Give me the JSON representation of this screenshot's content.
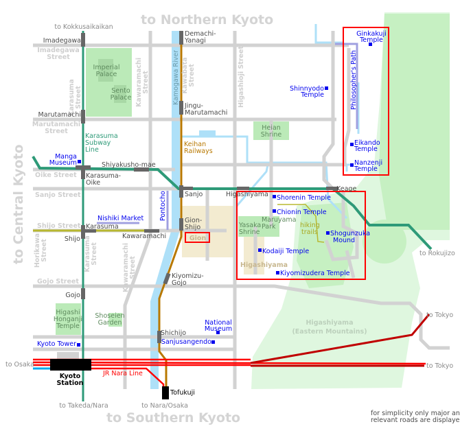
{
  "colors": {
    "subway": "#2e9a78",
    "keihan": "#b87800",
    "jr": "#ff0000",
    "jr_dark": "#c00000",
    "river": "#aee0f8",
    "park": "#bbeab8",
    "mountain": "#dff7df",
    "district": "#f3ebd0",
    "poi": "#0000ee",
    "highlight": "#ff0000"
  },
  "directions": {
    "north": "to Northern Kyoto",
    "central": "to Central Kyoto",
    "south": "to Southern Kyoto",
    "kokkusaikaikan": "to Kokkusaikaikan",
    "osaka": "to Osaka",
    "takeda_nara": "to Takeda/Nara",
    "nara_osaka": "to Nara/Osaka",
    "rokujizo": "to Rokujizo",
    "tokyo1": "to Tokyo",
    "tokyo2": "to Tokyo"
  },
  "streets": {
    "imadegawa": [
      "Imadegawa",
      "Street"
    ],
    "marutamachi": [
      "Marutamachi",
      "Street"
    ],
    "oike": "Oike Street",
    "sanjo": "Sanjo Street",
    "shijo": "Shijo Street",
    "gojo": "Gojo Street",
    "karasuma1": [
      "Karasuma",
      "Street"
    ],
    "karasuma2": [
      "Karasuma",
      "Street"
    ],
    "kawaramachi1": [
      "Kawaramachi",
      "Street"
    ],
    "kawaramachi2": [
      "Kawaramachi",
      "Street"
    ],
    "kawabata": [
      "Kawabata",
      "Street"
    ],
    "horikawa": [
      "Horikawa",
      "Street"
    ],
    "higashioji": "Higashioji Street",
    "philosopher": "Philosopher's Path",
    "pontocho": "Pontocho",
    "river": "Kamogawa River"
  },
  "stations": {
    "imadegawa": "Imadegawa",
    "marutamachi": "Marutamachi",
    "karasuma_oike": [
      "Karasuma-",
      "Oike"
    ],
    "shiyakusho": "Shiyakusho-mae",
    "karasuma": "Karasuma",
    "shijo": "Shijo",
    "gojo": "Gojo",
    "demachi": [
      "Demachi-",
      "Yanagi"
    ],
    "jingu": [
      "Jingu-",
      "Marutamachi"
    ],
    "sanjo": "Sanjo",
    "higashiyama": "Higashiyama",
    "keage": "Keage",
    "gion_shijo": [
      "Gion-",
      "Shijo"
    ],
    "kawaramachi": "Kawaramachi",
    "kiyomizu_gojo": [
      "Kiyomizu-",
      "Gojo"
    ],
    "shichijo": "Shichijo",
    "kyoto_station": [
      "Kyoto",
      "Station"
    ],
    "tofukuji": "Tofukuji"
  },
  "lines": {
    "karasuma": [
      "Karasuma",
      "Subway",
      "Line"
    ],
    "keihan": [
      "Keihan",
      "Railways"
    ],
    "jr_nara": "JR Nara Line"
  },
  "places": {
    "imperial": [
      "Imperial",
      "Palace"
    ],
    "sento": [
      "Sento",
      "Palace"
    ],
    "heian": [
      "Heian",
      "Shrine"
    ],
    "yasaka": [
      "Yasaka",
      "Shrine"
    ],
    "maruyama": [
      "Maruyama",
      "Park"
    ],
    "honganji": [
      "Higashi",
      "Honganji",
      "Temple"
    ],
    "shoseien": [
      "Shoseien",
      "Garden"
    ],
    "gion": "Gion",
    "higashiyama_district": "Higashiyama",
    "mountains": [
      "Higashiyama",
      "(Eastern Mountains)"
    ],
    "hiking": [
      "hiking",
      "trails"
    ]
  },
  "poi": {
    "manga": [
      "Manga",
      "Museum"
    ],
    "nishiki": "Nishiki Market",
    "ginkakuji": [
      "Ginkakuji",
      "Temple"
    ],
    "shinnyodo": [
      "Shinnyodo",
      "Temple"
    ],
    "eikando": [
      "Eikando",
      "Temple"
    ],
    "nanzenji": [
      "Nanzenji",
      "Temple"
    ],
    "shorenin": "Shorenin Temple",
    "chionin": "Chionin Temple",
    "shogunzuka": [
      "Shogunzuka",
      "Mound"
    ],
    "kodaiji": "Kodaiji Temple",
    "kiyomizudera": "Kiyomizudera Temple",
    "national_museum": [
      "National",
      "Museum"
    ],
    "sanjusangendo": "Sanjusangendo",
    "kyoto_tower": "Kyoto Tower"
  },
  "footnote": [
    "for simplicity only major and",
    "relevant roads are displayed"
  ]
}
